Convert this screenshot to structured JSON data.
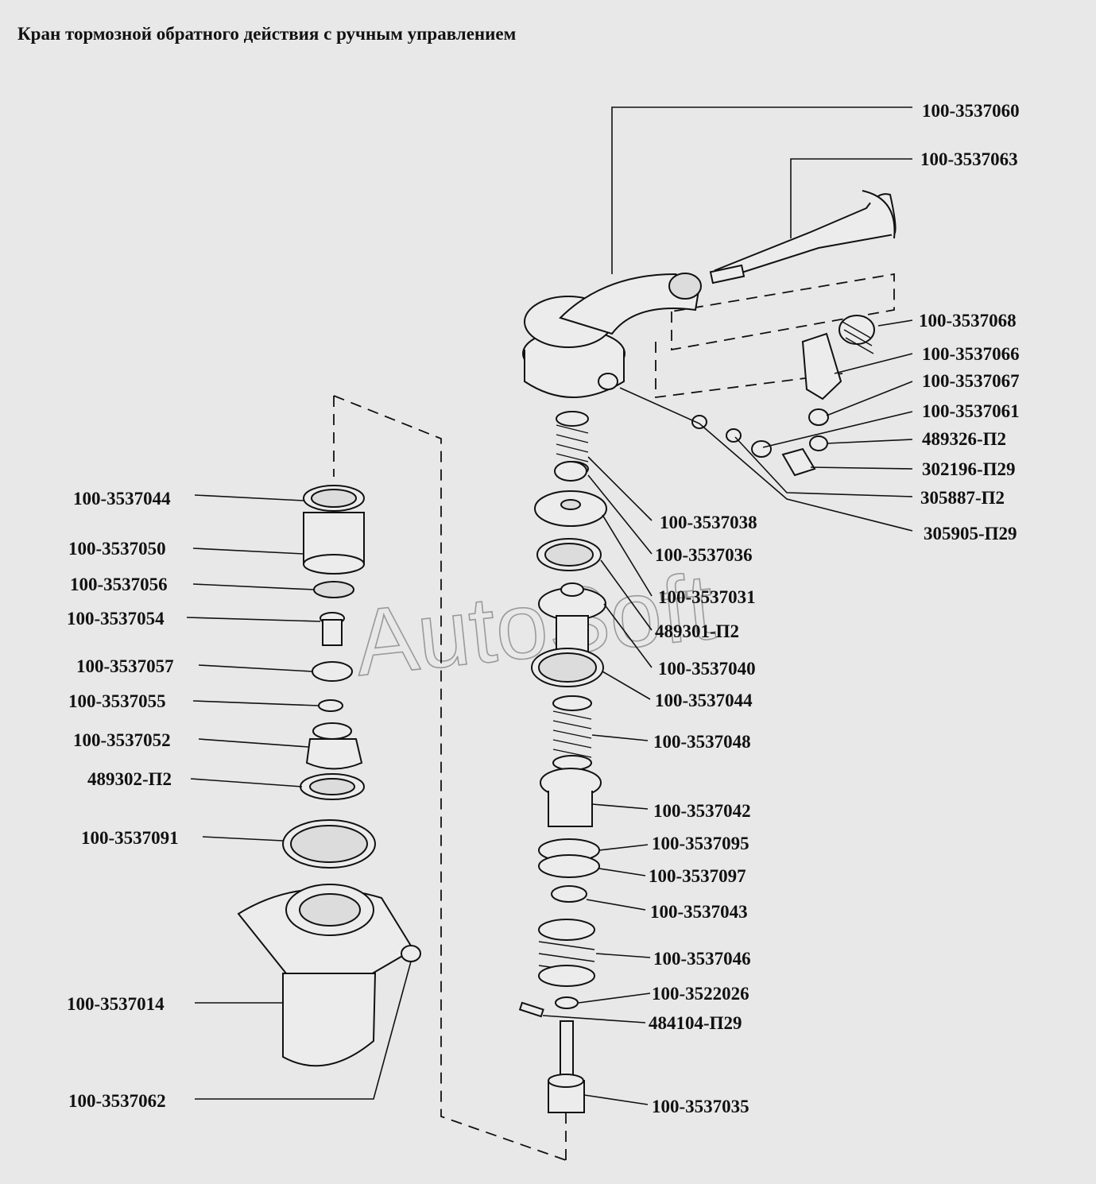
{
  "title": "Кран тормозной обратного действия с ручным управлением",
  "watermark": "AutoSoft",
  "part_numbers": {
    "right_top": [
      "100-3537060",
      "100-3537063",
      "100-3537068",
      "100-3537066",
      "100-3537067",
      "100-3537061",
      "489326-П2",
      "302196-П29",
      "305887-П2",
      "305905-П29"
    ],
    "center": [
      "100-3537038",
      "100-3537036",
      "100-3537031",
      "489301-П2",
      "100-3537040",
      "100-3537044",
      "100-3537048",
      "100-3537042",
      "100-3537095",
      "100-3537097",
      "100-3537043",
      "100-3537046",
      "100-3522026",
      "484104-П29",
      "100-3537035"
    ],
    "left": [
      "100-3537044",
      "100-3537050",
      "100-3537056",
      "100-3537054",
      "100-3537057",
      "100-3537055",
      "100-3537052",
      "489302-П2",
      "100-3537091",
      "100-3537014",
      "100-3537062"
    ]
  }
}
